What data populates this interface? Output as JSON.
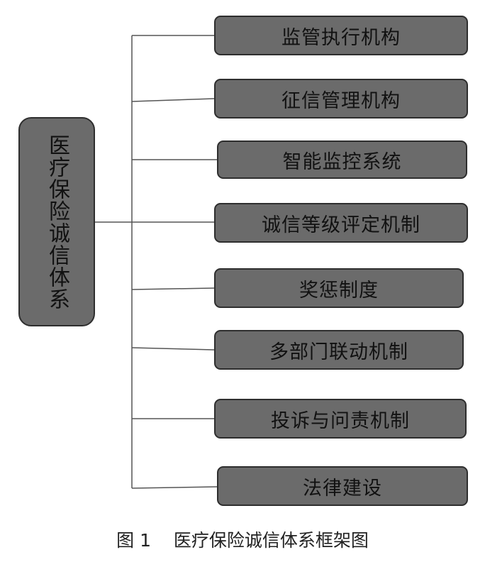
{
  "root": {
    "label": "医疗保险诚信体系"
  },
  "branches": [
    {
      "label": "监管执行机构"
    },
    {
      "label": "征信管理机构"
    },
    {
      "label": "智能监控系统"
    },
    {
      "label": "诚信等级评定机制"
    },
    {
      "label": "奖惩制度"
    },
    {
      "label": "多部门联动机制"
    },
    {
      "label": "投诉与问责机制"
    },
    {
      "label": "法律建设"
    }
  ],
  "caption": {
    "figure_number": "图 1",
    "title": "医疗保险诚信体系框架图"
  },
  "colors": {
    "box_fill": "#6b6b6b",
    "box_border": "#2e2e2e",
    "line": "#555555",
    "text": "#111111"
  }
}
